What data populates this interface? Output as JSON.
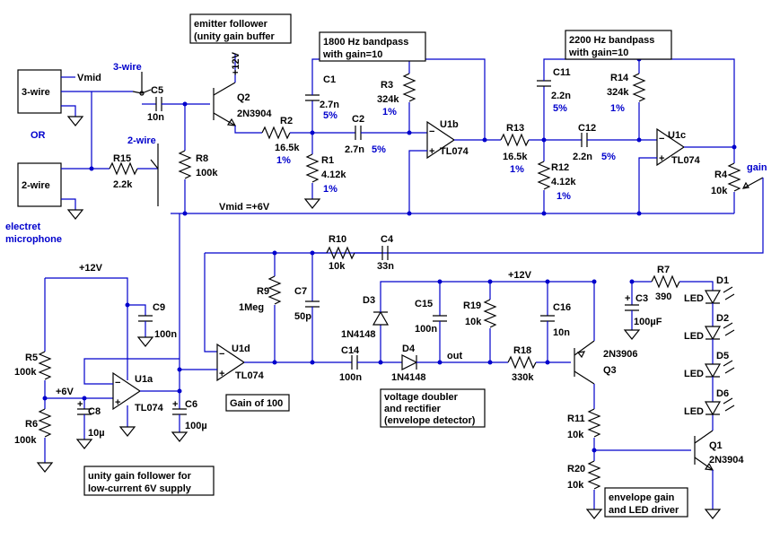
{
  "blocks": {
    "mic3": "3-wire",
    "mic2": "2-wire",
    "or": "OR",
    "mic_caption1": "electret",
    "mic_caption2": "microphone"
  },
  "nets": {
    "vmid": "Vmid",
    "vmid_eq": "Vmid =+6V",
    "plus12": "+12V",
    "plus6": "+6V",
    "out": "out",
    "gain": "gain"
  },
  "switch": {
    "sw3": "3-wire",
    "sw2": "2-wire"
  },
  "notes": {
    "emitter1": "emitter follower",
    "emitter2": "(unity gain buffer",
    "bp1_1": "1800 Hz bandpass",
    "bp1_2": "with gain=10",
    "bp2_1": "2200 Hz bandpass",
    "bp2_2": "with gain=10",
    "gain100": "Gain of 100",
    "doubler1": "voltage doubler",
    "doubler2": "and rectifier",
    "doubler3": "(envelope detector)",
    "follower1": "unity gain follower for",
    "follower2": "low-current 6V supply",
    "env1": "envelope gain",
    "env2": "and LED driver"
  },
  "parts": {
    "C5": {
      "ref": "C5",
      "val": "10n"
    },
    "R15": {
      "ref": "R15",
      "val": "2.2k"
    },
    "Q2": {
      "ref": "Q2",
      "val": "2N3904"
    },
    "R8": {
      "ref": "R8",
      "val": "100k"
    },
    "R2": {
      "ref": "R2",
      "val": "16.5k",
      "tol": "1%"
    },
    "R1": {
      "ref": "R1",
      "val": "4.12k",
      "tol": "1%"
    },
    "C1": {
      "ref": "C1",
      "val": "2.7n",
      "tol": "5%"
    },
    "C2": {
      "ref": "C2",
      "val": "2.7n",
      "tol": "5%"
    },
    "R3": {
      "ref": "R3",
      "val": "324k",
      "tol": "1%"
    },
    "U1b": {
      "ref": "U1b",
      "val": "TL074"
    },
    "R13": {
      "ref": "R13",
      "val": "16.5k",
      "tol": "1%"
    },
    "R12": {
      "ref": "R12",
      "val": "4.12k",
      "tol": "1%"
    },
    "C11": {
      "ref": "C11",
      "val": "2.2n",
      "tol": "5%"
    },
    "C12": {
      "ref": "C12",
      "val": "2.2n",
      "tol": "5%"
    },
    "R14": {
      "ref": "R14",
      "val": "324k",
      "tol": "1%"
    },
    "U1c": {
      "ref": "U1c",
      "val": "TL074"
    },
    "R4": {
      "ref": "R4",
      "val": "10k"
    },
    "R10": {
      "ref": "R10",
      "val": "10k"
    },
    "C4": {
      "ref": "C4",
      "val": "33n"
    },
    "R9": {
      "ref": "R9",
      "val": "1Meg"
    },
    "C7": {
      "ref": "C7",
      "val": "50p"
    },
    "U1d": {
      "ref": "U1d",
      "val": "TL074"
    },
    "C14": {
      "ref": "C14",
      "val": "100n"
    },
    "D3": {
      "ref": "D3",
      "val": "1N4148"
    },
    "D4": {
      "ref": "D4",
      "val": "1N4148"
    },
    "C15": {
      "ref": "C15",
      "val": "100n"
    },
    "R19": {
      "ref": "R19",
      "val": "10k"
    },
    "C16": {
      "ref": "C16",
      "val": "10n"
    },
    "R18": {
      "ref": "R18",
      "val": "330k"
    },
    "C3": {
      "ref": "C3",
      "val": "100µF"
    },
    "R7": {
      "ref": "R7",
      "val": "390"
    },
    "Q3": {
      "ref": "Q3",
      "val": "2N3906"
    },
    "R11": {
      "ref": "R11",
      "val": "10k"
    },
    "R20": {
      "ref": "R20",
      "val": "10k"
    },
    "Q1": {
      "ref": "Q1",
      "val": "2N3904"
    },
    "D1": {
      "ref": "D1",
      "val": "LED"
    },
    "D2": {
      "ref": "D2",
      "val": "LED"
    },
    "D5": {
      "ref": "D5",
      "val": "LED"
    },
    "D6": {
      "ref": "D6",
      "val": "LED"
    },
    "R5": {
      "ref": "R5",
      "val": "100k"
    },
    "R6": {
      "ref": "R6",
      "val": "100k"
    },
    "C9": {
      "ref": "C9",
      "val": "100n"
    },
    "C8": {
      "ref": "C8",
      "val": "10µ"
    },
    "U1a": {
      "ref": "U1a",
      "val": "TL074"
    },
    "C6": {
      "ref": "C6",
      "val": "100µ"
    }
  }
}
